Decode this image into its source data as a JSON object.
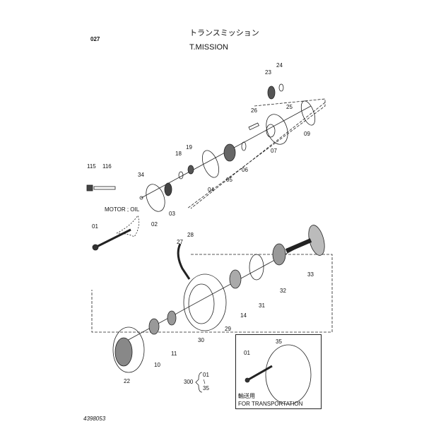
{
  "page_number": "027",
  "title_jp": "トランスミッション",
  "title_en": "T.MISSION",
  "note_motor": "MOTOR ; OIL",
  "drawing_number": "4398053",
  "assembly": {
    "number": "300",
    "from": "01",
    "sep": "\\",
    "to": "35"
  },
  "transport_box": {
    "label_jp": "輸送用",
    "label_en": "FOR  TRANSPORTATION"
  },
  "callouts": [
    "24",
    "23",
    "25",
    "26",
    "09",
    "07",
    "06",
    "05",
    "19",
    "18",
    "34",
    "04",
    "03",
    "02",
    "115",
    "116",
    "01",
    "28",
    "27",
    "33",
    "32",
    "31",
    "14",
    "29",
    "30",
    "11",
    "10",
    "22",
    "35",
    "01"
  ]
}
